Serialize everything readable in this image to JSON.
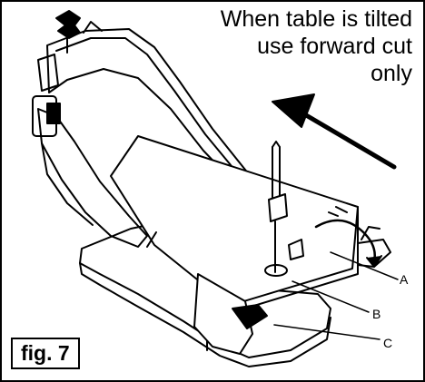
{
  "callout": {
    "lines": [
      "When table is tilted",
      "use forward cut",
      "only"
    ]
  },
  "figure": {
    "label": "fig. 7"
  },
  "parts": {
    "a": "A",
    "b": "B",
    "c": "C"
  },
  "colors": {
    "ink": "#000000",
    "paper": "#ffffff"
  },
  "icons": {
    "direction_arrow": "arrow-left-up-icon",
    "tilt_arrow": "curved-arrow-icon"
  }
}
